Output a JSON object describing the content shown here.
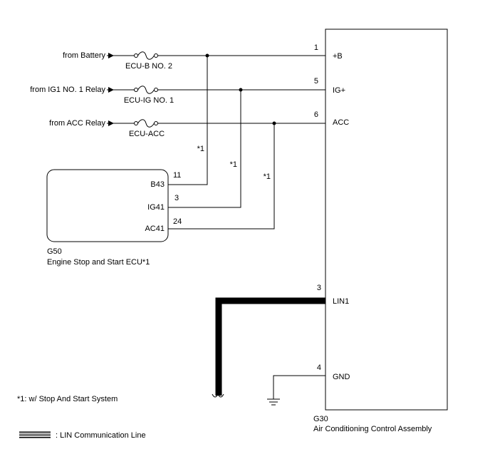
{
  "sources": [
    {
      "label": "from Battery",
      "fuse": "ECU-B NO. 2"
    },
    {
      "label": "from IG1 NO. 1 Relay",
      "fuse": "ECU-IG NO. 1"
    },
    {
      "label": "from ACC Relay",
      "fuse": "ECU-ACC"
    }
  ],
  "assembly": {
    "code": "G30",
    "name": "Air Conditioning Control Assembly",
    "pins": [
      {
        "num": "1",
        "name": "+B"
      },
      {
        "num": "5",
        "name": "IG+"
      },
      {
        "num": "6",
        "name": "ACC"
      },
      {
        "num": "3",
        "name": "LIN1"
      },
      {
        "num": "4",
        "name": "GND"
      }
    ]
  },
  "ecu": {
    "code": "G50",
    "name": "Engine Stop and Start ECU*1",
    "pins": [
      {
        "num": "11",
        "name": "B43"
      },
      {
        "num": "3",
        "name": "IG41"
      },
      {
        "num": "24",
        "name": "AC41"
      }
    ]
  },
  "branch_note": "*1",
  "footnote": "*1: w/ Stop And Start System",
  "legend": {
    "label": ": LIN Communication Line"
  }
}
